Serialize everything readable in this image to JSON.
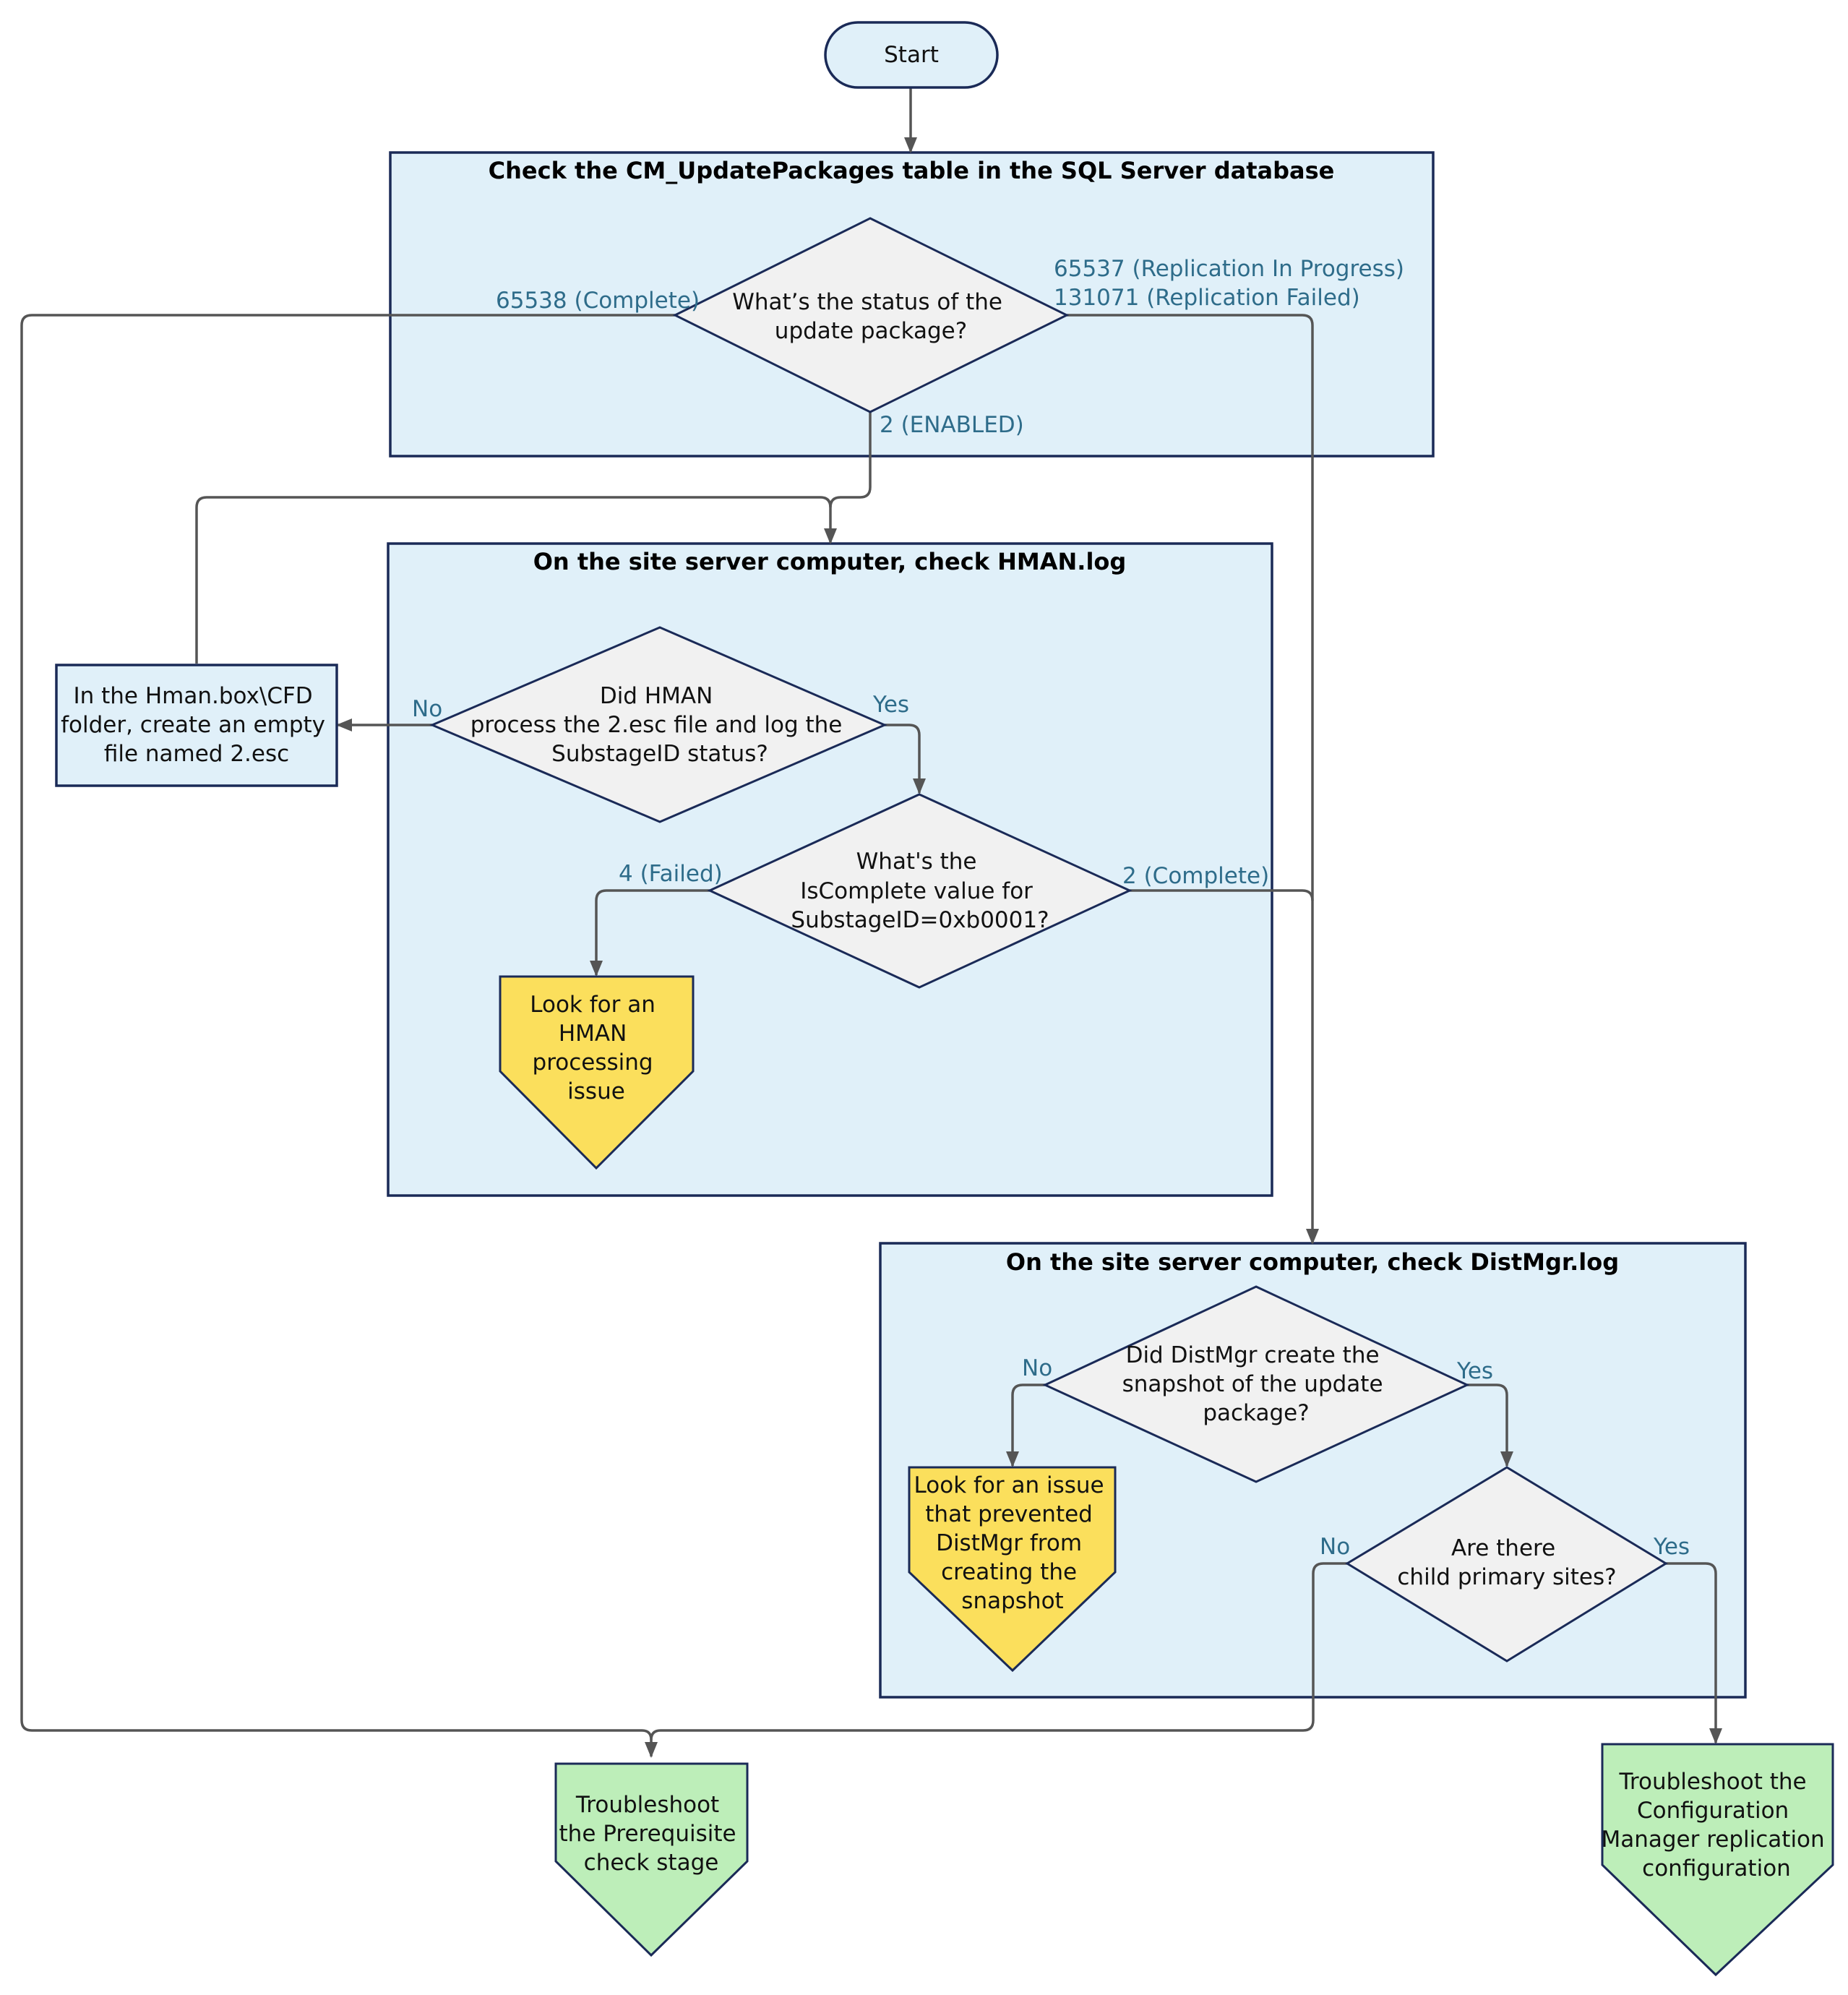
{
  "nodes": {
    "start": "Start",
    "box_sql_title": "Check the CM_UpdatePackages table in the SQL Server database",
    "q_status": [
      "What’s the status of the",
      "update package?"
    ],
    "box_hman_title": "On the site server computer, check HMAN.log",
    "q_hman": [
      "Did HMAN",
      "process the 2.esc file and log the",
      "SubstageID status?"
    ],
    "create_file": [
      "In the Hman.box\\CFD",
      "folder, create an empty",
      "file named 2.esc"
    ],
    "q_iscomplete": [
      "What's the",
      "IsComplete value for",
      "SubstageID=0xb0001?"
    ],
    "hman_issue": [
      "Look for an",
      "HMAN",
      "processing",
      "issue"
    ],
    "box_dist_title": "On the site server computer, check DistMgr.log",
    "q_snapshot": [
      "Did DistMgr create the",
      "snapshot of the update",
      "package?"
    ],
    "distmgr_issue": [
      "Look for an issue",
      "that prevented",
      "DistMgr from",
      "creating the",
      "snapshot"
    ],
    "q_child": [
      "Are there",
      "child primary sites?"
    ],
    "prereq": [
      "Troubleshoot",
      "the Prerequisite",
      "check stage"
    ],
    "replication": [
      "Troubleshoot the",
      "Configuration",
      "Manager replication",
      "configuration"
    ]
  },
  "edge_labels": {
    "complete_65538": "65538 (Complete)",
    "in_progress_65537": "65537 (Replication In Progress)",
    "failed_131071": "131071 (Replication Failed)",
    "enabled_2": "2 (ENABLED)",
    "hman_no": "No",
    "hman_yes": "Yes",
    "failed_4": "4 (Failed)",
    "complete_2": "2 (Complete)",
    "snapshot_no": "No",
    "snapshot_yes": "Yes",
    "child_no": "No",
    "child_yes": "Yes"
  },
  "colors": {
    "container_fill": "#e0f0f9",
    "decision_fill": "#f1f1f1",
    "issue_fill": "#fbdf5c",
    "outcome_fill": "#bdeeb9",
    "border": "#1a2a57",
    "connector": "#555555",
    "label_text": "#2e6c8a"
  }
}
